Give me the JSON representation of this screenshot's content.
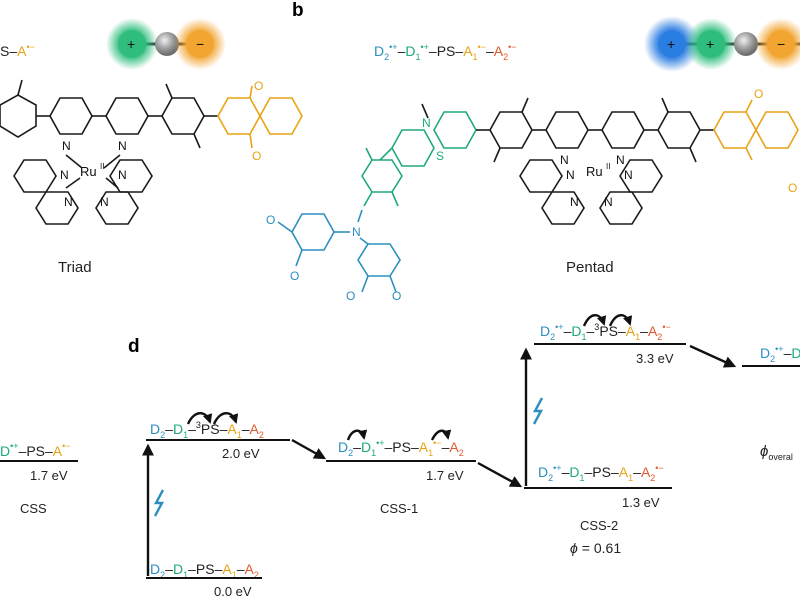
{
  "colors": {
    "donor2": "#2b8fc0",
    "donor1": "#1faa7a",
    "ps": "#222222",
    "acceptor1": "#e8a315",
    "acceptor2": "#e0582f",
    "bead_blue": "#2a7de1",
    "bead_green": "#2ebd7d",
    "bead_grey": "#9b9b9b",
    "bead_orange": "#f2a531"
  },
  "panels": {
    "b": "b",
    "d": "d"
  },
  "molecules": {
    "triad_label": "Triad",
    "pentad_label": "Pentad",
    "ru_label": "Ru",
    "ru_ox": "II",
    "N": "N",
    "O": "O",
    "S": "S"
  },
  "beads": {
    "plus": "+",
    "minus": "−"
  },
  "left_formula": {
    "a": "S",
    "dash": "–",
    "acc": "A",
    "rad": "•−"
  },
  "pentad_formula": {
    "d2": "D",
    "d2s": "2",
    "d2c": "•+",
    "d1": "D",
    "d1s": "1",
    "d1c": "•+",
    "ps": "PS",
    "a1": "A",
    "a1s": "1",
    "a1c": "•−",
    "a2": "A",
    "a2s": "2",
    "a2c": "•−",
    "dash": "–"
  },
  "energy": {
    "css_left_level": "1.7 eV",
    "css_left_name": "CSS",
    "left_state": {
      "d": "D",
      "dc": "•+",
      "ps": "–PS–",
      "a": "A",
      "ac": "•−"
    },
    "ground": "0.0 eV",
    "excited": "2.0 eV",
    "css1": "1.7 eV",
    "css1_name": "CSS-1",
    "css2": "1.3 eV",
    "css2_name": "CSS-2",
    "css3": "3.3 eV",
    "phi_label": "ϕ",
    "phi_value": "= 0.61",
    "phi_overall": "ϕ",
    "phi_overall_sub": "overal",
    "d_state_right": {
      "d": "D",
      "s": "2",
      "c": "•+",
      "dash": "–",
      "d1": "D"
    },
    "triplet": "3",
    "ps": "PS"
  }
}
